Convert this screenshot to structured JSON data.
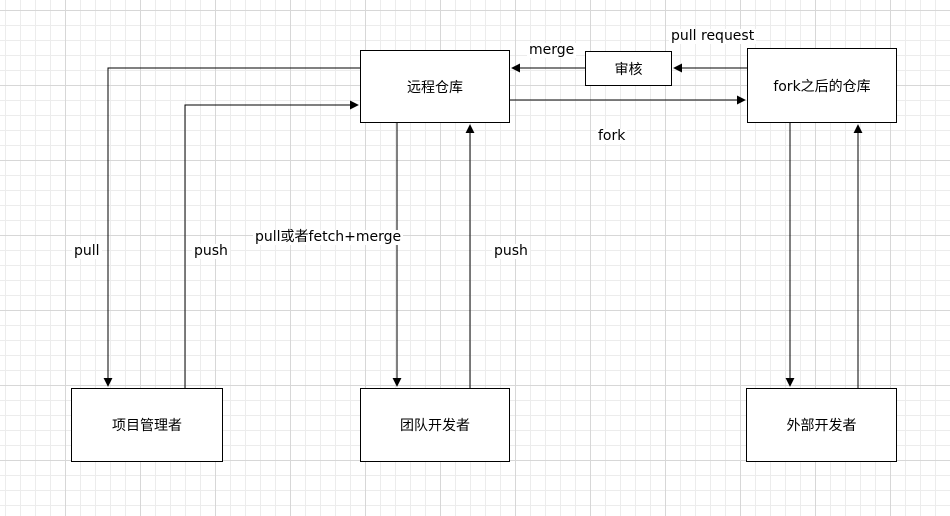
{
  "diagram": {
    "nodes": {
      "remote_repo": {
        "label": "远程仓库"
      },
      "review": {
        "label": "审核"
      },
      "forked_repo": {
        "label": "fork之后的仓库"
      },
      "project_manager": {
        "label": "项目管理者"
      },
      "team_developer": {
        "label": "团队开发者"
      },
      "external_developer": {
        "label": "外部开发者"
      }
    },
    "edge_labels": {
      "pull": "pull",
      "push_manager": "push",
      "pull_or_fetch_merge": "pull或者fetch+merge",
      "push_team": "push",
      "merge": "merge",
      "pull_request": "pull request",
      "fork": "fork"
    },
    "colors": {
      "stroke": "#000000",
      "node_fill": "#ffffff",
      "grid_minor": "#ececec",
      "grid_major": "#d7d7d7"
    }
  }
}
